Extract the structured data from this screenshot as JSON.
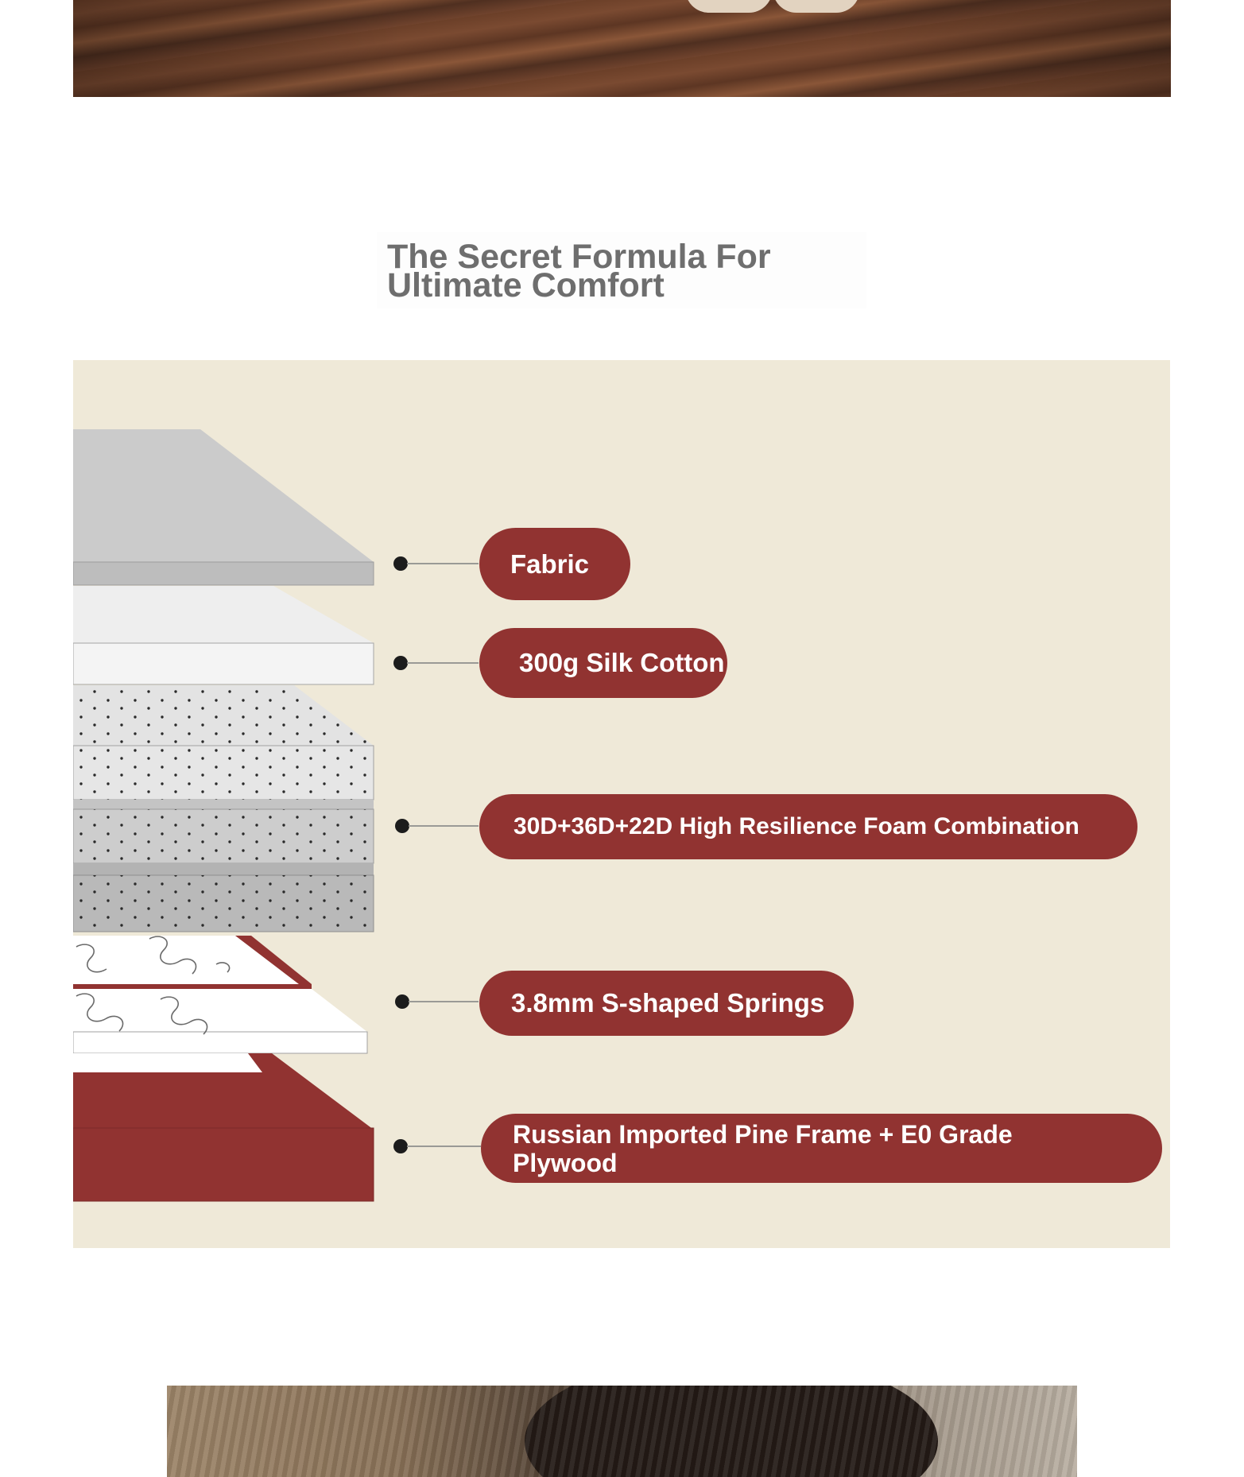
{
  "heading": {
    "title": "The Secret Formula For Ultimate Comfort"
  },
  "layers": [
    {
      "label": "Fabric"
    },
    {
      "label": "300g Silk Cotton"
    },
    {
      "label": "30D+36D+22D High Resilience Foam Combination"
    },
    {
      "label": "3.8mm S-shaped Springs"
    },
    {
      "label": "Russian Imported Pine Frame + E0 Grade Plywood"
    }
  ],
  "colors": {
    "accent": "#913331",
    "diagram_background": "#efe9d8",
    "heading_text": "#6e6e6e",
    "fabric_layer": "#cdcdcd",
    "silk_layer": "#f1f1f1",
    "foam_light": "#e2e2e2",
    "foam_mid": "#cccccc",
    "foam_dark": "#b8b8b8"
  }
}
